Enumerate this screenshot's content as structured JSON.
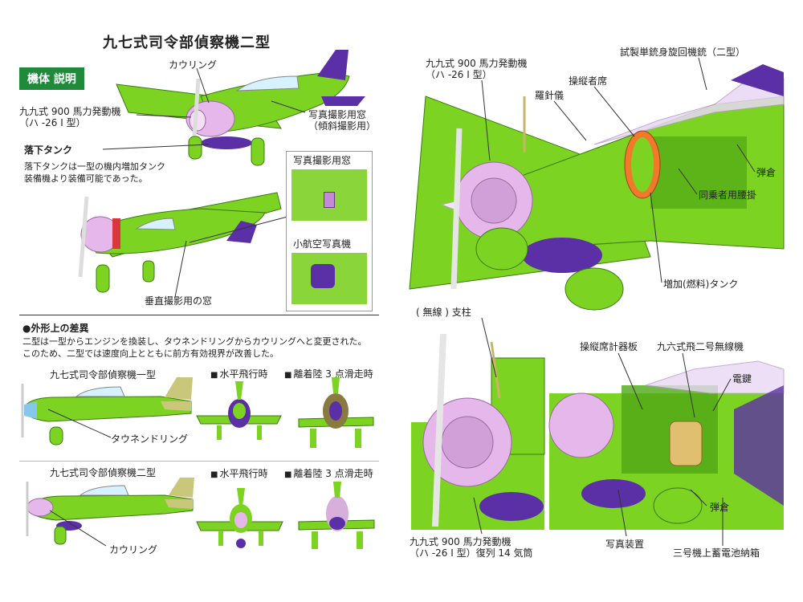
{
  "left": {
    "title": "九七式司令部偵察機二型",
    "badge": "機体 説明",
    "labels": {
      "cowling": "カウリング",
      "engine": "九九式 900 馬力発動機\n（ハ -26 I 型）",
      "photo_window_oblique": "写真撮影用窓\n（傾斜撮影用）",
      "drop_tank": "落下タンク",
      "drop_tank_note": "落下タンクは一型の機内増加タンク\n装備機より装備可能であった。",
      "photo_window_box": "写真撮影用窓",
      "small_camera": "小航空写真機",
      "vertical_window": "垂直撮影用の窓"
    },
    "diff": {
      "heading": "●外形上の差異",
      "text": "二型は一型からエンジンを換装し、タウネンドリングからカウリングへと変更された。\nこのため、二型では速度向上とともに前方有効視界が改善した。",
      "type1": {
        "name": "九七式司令部偵察機一型",
        "level": "水平飛行時",
        "taxi": "離着陸 3 点滑走時",
        "callout": "タウネンドリング"
      },
      "type2": {
        "name": "九七式司令部偵察機二型",
        "level": "水平飛行時",
        "taxi": "離着陸 3 点滑走時",
        "callout": "カウリング"
      }
    }
  },
  "right_top": {
    "engine": "九九式 900 馬力発動機\n（ハ -26 I 型）",
    "mg": "試製単銃身旋回機銃（二型）",
    "pilot_seat": "操縦者席",
    "compass": "羅針儀",
    "ammo": "弾倉",
    "crew_seat": "同乗者用腰掛",
    "aux_tank": "増加(燃料)タンク"
  },
  "right_bottom": {
    "strut": "( 無線 ) 支柱",
    "panel": "操縦席計器板",
    "radio": "九六式飛二号無線機",
    "key": "電鍵",
    "ammo": "弾倉",
    "camera": "写真装置",
    "battery": "三号機上蓄電池納箱",
    "engine": "九九式 900 馬力発動機\n（ハ -26 I 型）復列 14 気筒"
  },
  "colors": {
    "body": "#7cd321",
    "body_dark": "#4fa617",
    "tail": "#5b2fa6",
    "cowl": "#e6b7ea",
    "red_band": "#d9363e",
    "badge_bg": "#1f8a3a",
    "orange": "#f07a2a",
    "yellow": "#c9c77a"
  }
}
